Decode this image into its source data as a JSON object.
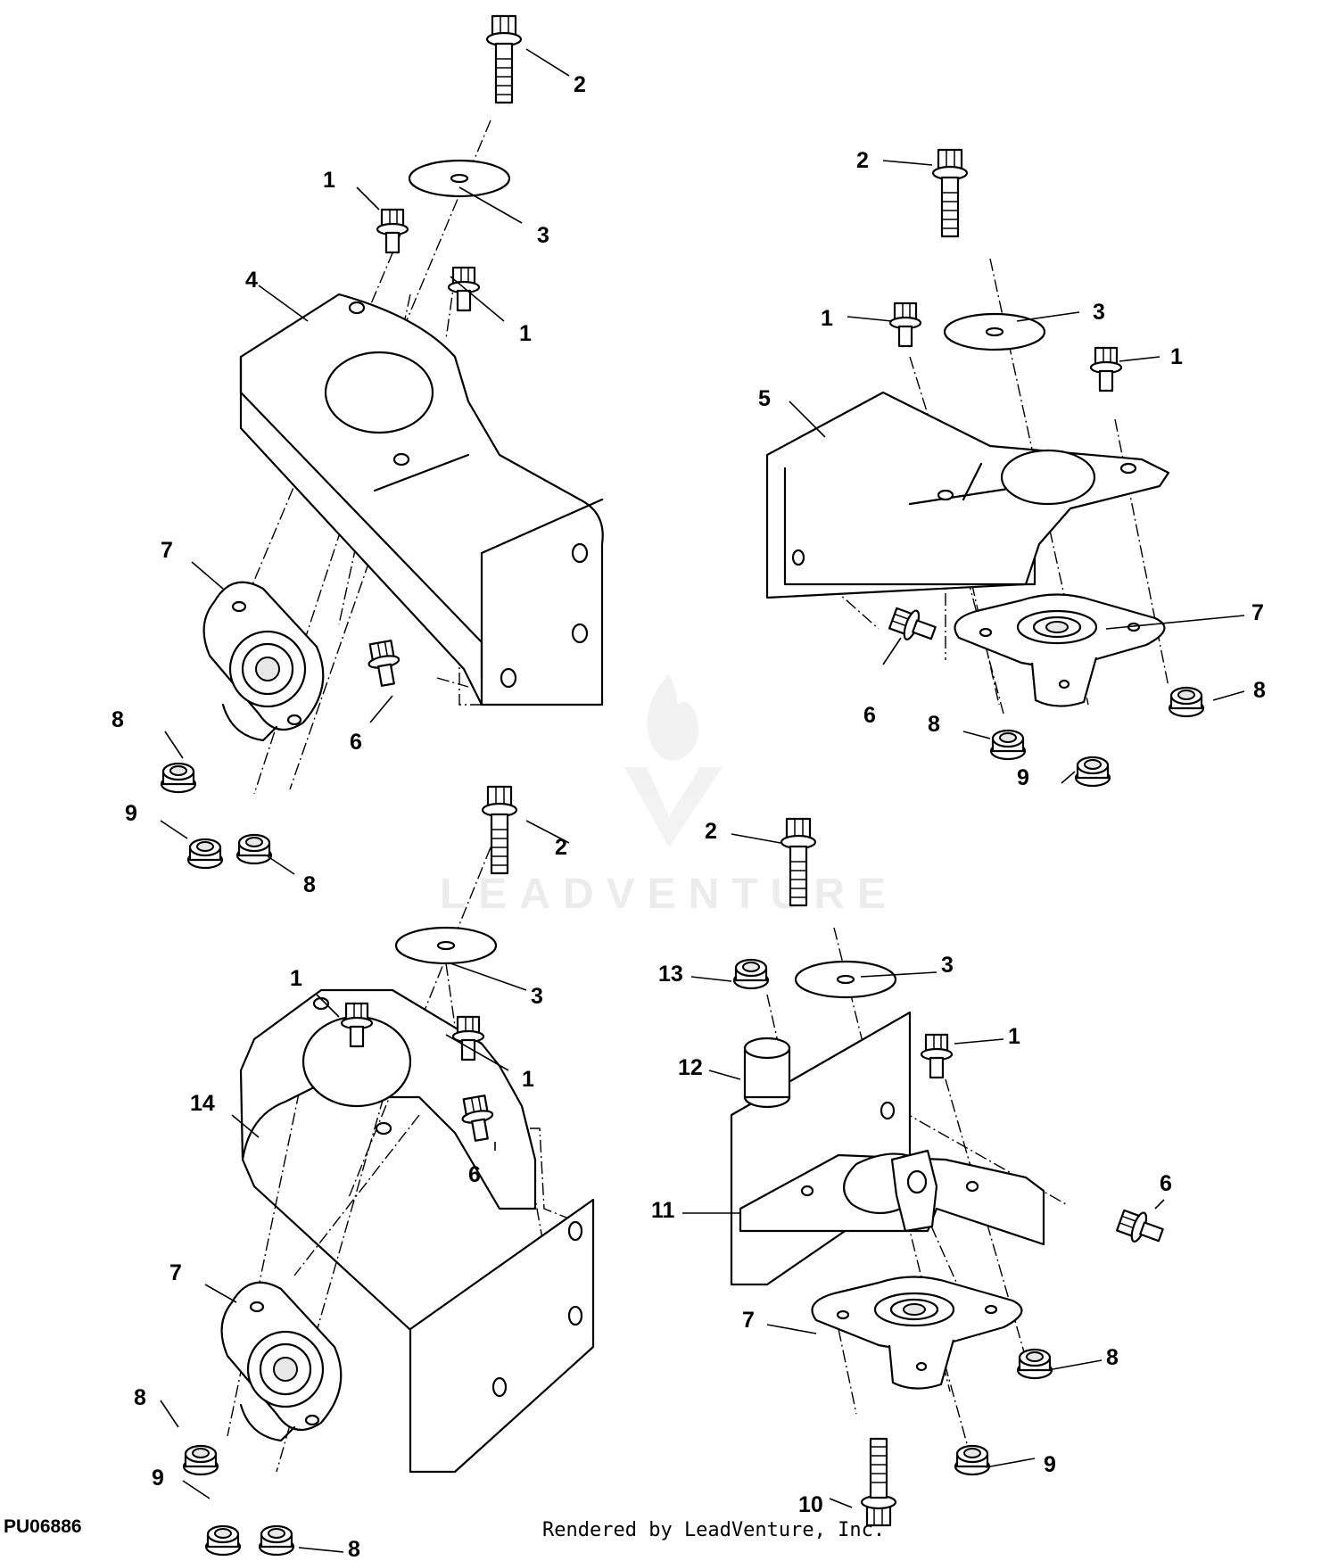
{
  "watermark": {
    "brand": "LEADVENTURE"
  },
  "figure_id": "PU06886",
  "credit": "Rendered by LeadVenture, Inc.",
  "callouts": {
    "tl": [
      "2",
      "1",
      "3",
      "1",
      "4",
      "7",
      "8",
      "6",
      "9",
      "8"
    ],
    "tr": [
      "2",
      "1",
      "3",
      "1",
      "5",
      "7",
      "6",
      "8",
      "8",
      "9"
    ],
    "bl": [
      "2",
      "1",
      "3",
      "1",
      "6",
      "14",
      "7",
      "8",
      "9",
      "8"
    ],
    "br": [
      "2",
      "13",
      "3",
      "1",
      "12",
      "6",
      "11",
      "7",
      "8",
      "9",
      "10"
    ]
  }
}
